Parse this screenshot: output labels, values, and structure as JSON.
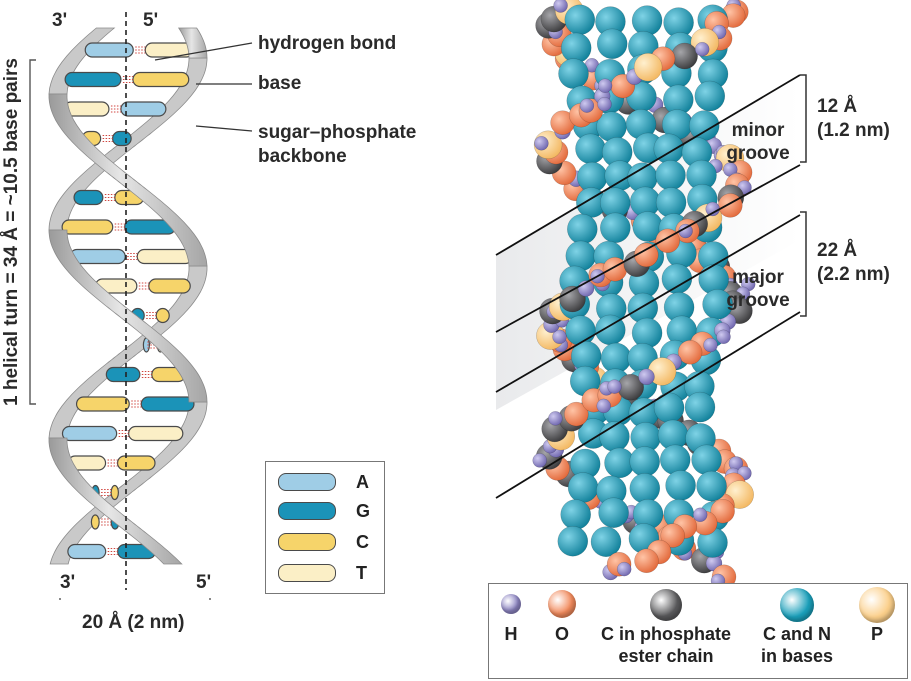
{
  "left_diagram": {
    "strand_end_labels": {
      "top_left": "3'",
      "top_right": "5'",
      "bottom_left": "3'",
      "bottom_right": "5'"
    },
    "callouts": {
      "hydrogen_bond": "hydrogen bond",
      "base": "base",
      "backbone_line1": "sugar–phosphate",
      "backbone_line2": "backbone"
    },
    "helical_turn_label": "1 helical turn = 34 Å = ~10.5 base pairs",
    "width_label": "20 Å (2 nm)"
  },
  "base_legend": {
    "items": [
      {
        "letter": "A",
        "color": "#9fcde6"
      },
      {
        "letter": "G",
        "color": "#1b93b8"
      },
      {
        "letter": "C",
        "color": "#f6d46a"
      },
      {
        "letter": "T",
        "color": "#fbefc6"
      }
    ]
  },
  "right_diagram": {
    "minor_groove": {
      "size_line1": "12 Å",
      "size_line2": "(1.2 nm)",
      "name_line1": "minor",
      "name_line2": "groove"
    },
    "major_groove": {
      "size_line1": "22 Å",
      "size_line2": "(2.2 nm)",
      "name_line1": "major",
      "name_line2": "groove"
    }
  },
  "atom_legend": {
    "items": [
      {
        "symbol": "H",
        "line1": "H",
        "line2": "",
        "color": "#8e86c4"
      },
      {
        "symbol": "O",
        "line1": "O",
        "line2": "",
        "color": "#f28a5c"
      },
      {
        "symbol": "C-phosphate",
        "line1": "C in phosphate",
        "line2": "ester chain",
        "color": "#5a5a5c"
      },
      {
        "symbol": "C-N-bases",
        "line1": "C and N",
        "line2": "in  bases",
        "color": "#1a9fba"
      },
      {
        "symbol": "P",
        "line1": "P",
        "line2": "",
        "color": "#fbcf8a"
      }
    ]
  },
  "colors": {
    "backbone": "#bdbdbd",
    "hbond": "#d0463f",
    "A": "#9fcde6",
    "G": "#1b93b8",
    "C": "#f6d46a",
    "T": "#fbefc6",
    "H": "#8e86c4",
    "O": "#f28a5c",
    "Cchain": "#5a5a5c",
    "CN": "#1a9fba",
    "P": "#fbcf8a"
  }
}
